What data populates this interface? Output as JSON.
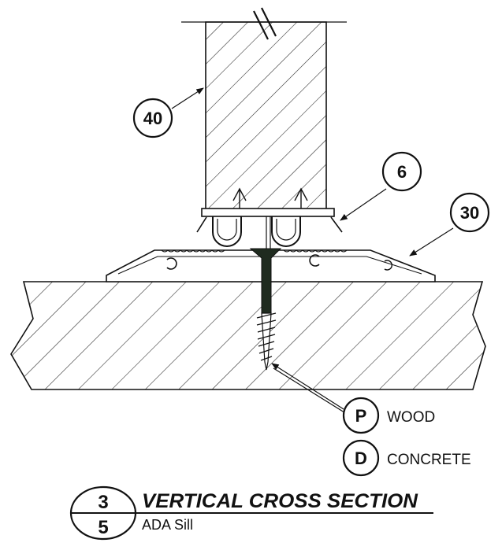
{
  "callouts": {
    "door": "40",
    "sweep": "6",
    "sill": "30"
  },
  "legend": [
    {
      "symbol": "P",
      "text": "WOOD"
    },
    {
      "symbol": "D",
      "text": "CONCRETE"
    }
  ],
  "title_block": {
    "detail_number": "3",
    "sheet_number": "5",
    "title": "VERTICAL CROSS SECTION",
    "subtitle": "ADA Sill"
  },
  "colors": {
    "ink": "#111111",
    "screw": "#1f2b1f",
    "background": "#ffffff"
  }
}
